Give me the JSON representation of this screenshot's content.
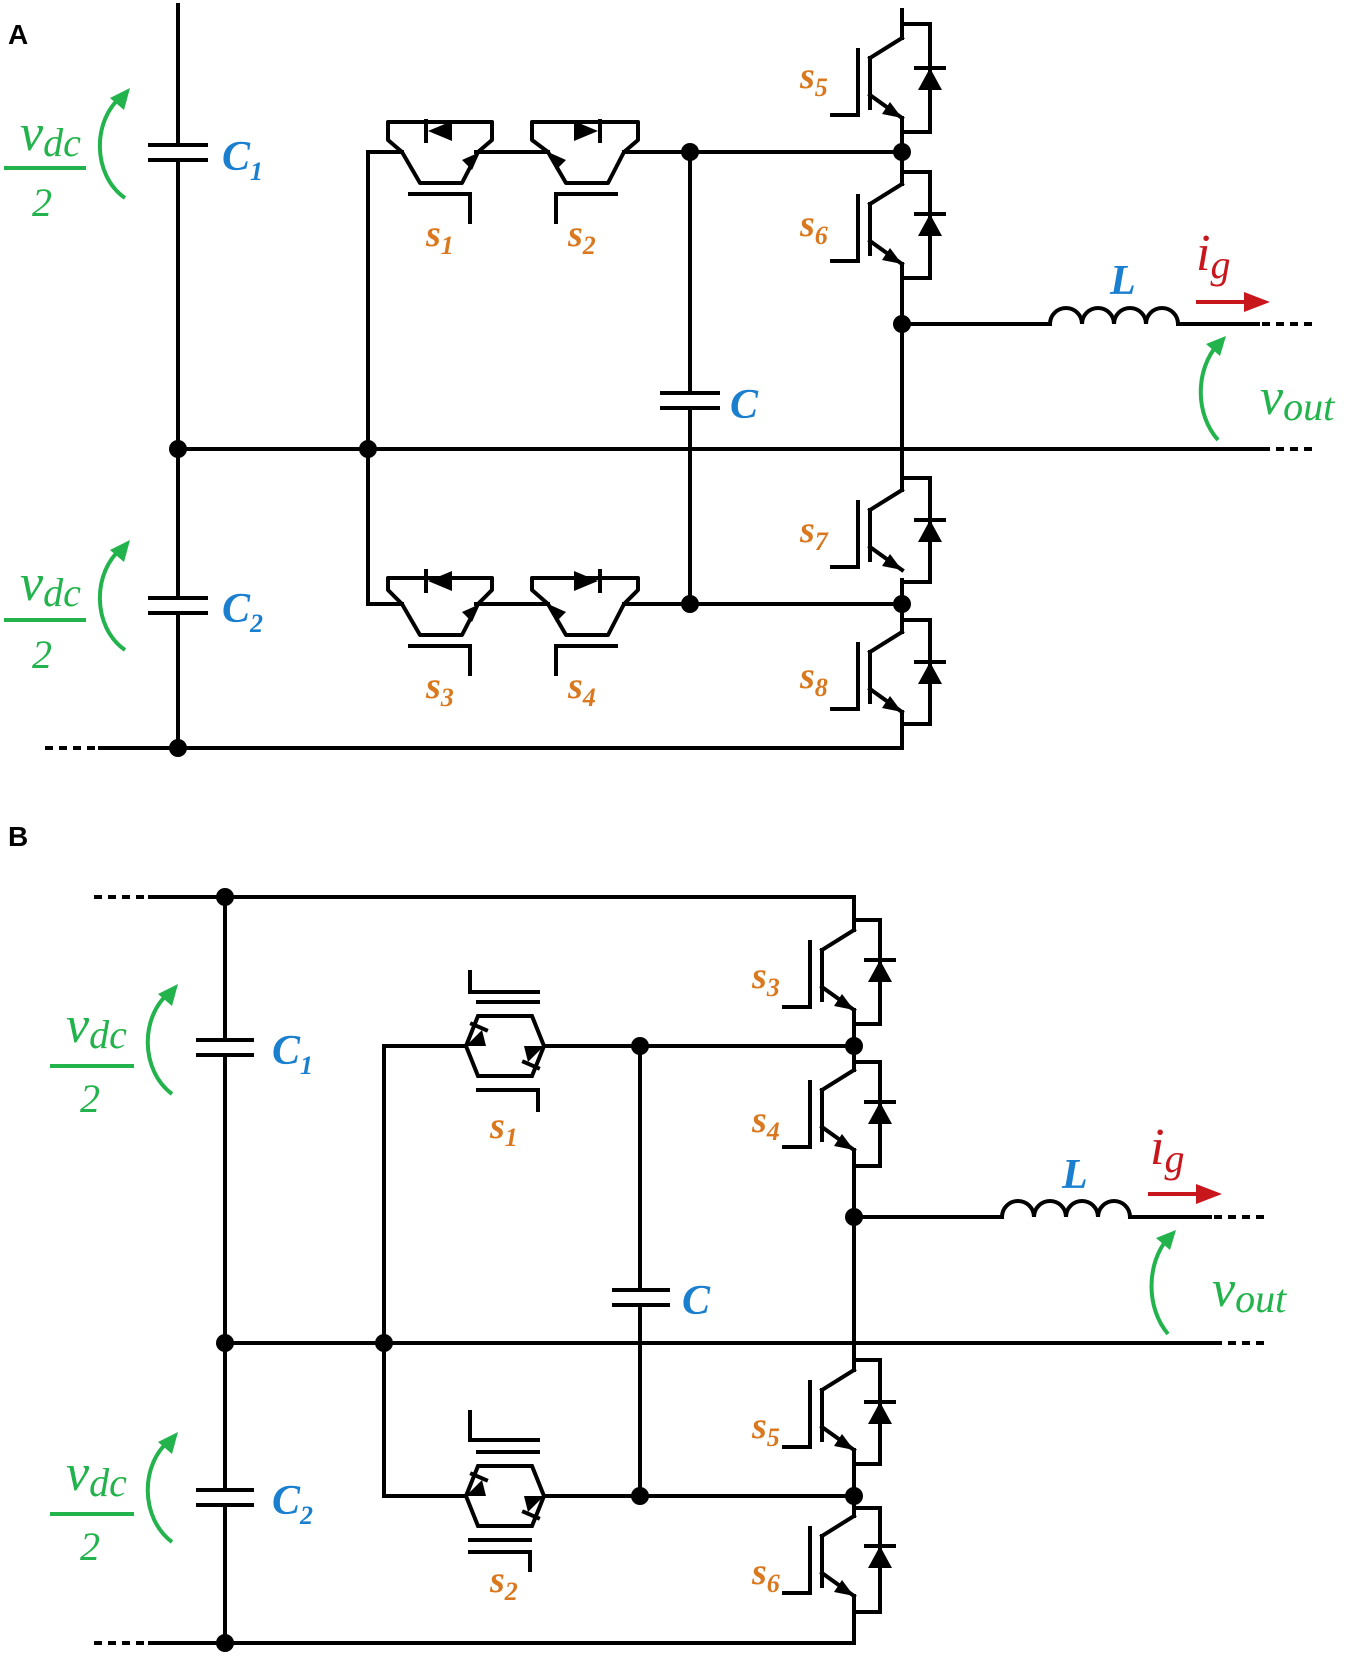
{
  "panels": {
    "a": {
      "label": "A"
    },
    "b": {
      "label": "B"
    }
  },
  "labels": {
    "vdc": "v",
    "vdc_sub": "dc",
    "half": "2",
    "C": "C",
    "sub1": "1",
    "sub2": "2",
    "L": "L",
    "i": "i",
    "i_sub": "g",
    "vout": "v",
    "vout_sub": "out",
    "s": "s",
    "n1": "1",
    "n2": "2",
    "n3": "3",
    "n4": "4",
    "n5": "5",
    "n6": "6",
    "n7": "7",
    "n8": "8"
  },
  "colors": {
    "capacitor_label": "#1a7fcf",
    "switch_label": "#d9781e",
    "voltage": "#22b34c",
    "current": "#c8161d",
    "wire": "#000000"
  }
}
